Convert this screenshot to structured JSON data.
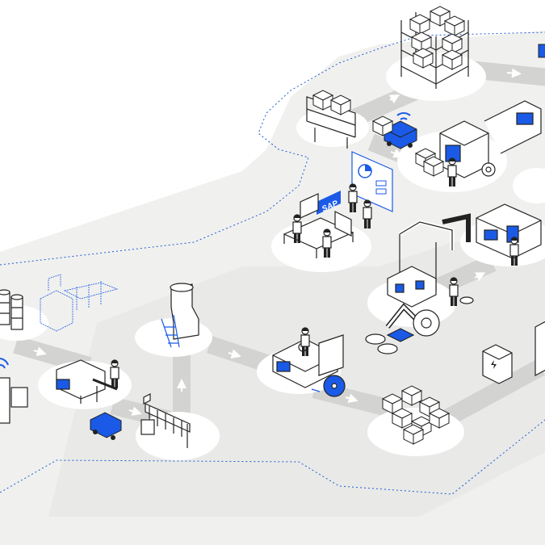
{
  "colors": {
    "background": "#ffffff",
    "floor": "#f0f0ee",
    "belt": "#d3d3d1",
    "dotted_route": "#1f5bd6",
    "accent": "#1a5ae6",
    "line": "#2a2a2a",
    "platform": "#ffffff"
  },
  "sap_logo": {
    "label": "SAP",
    "color": "#1a5ae6"
  },
  "stations": [
    {
      "name": "warehouse-racks",
      "icon": "shelving-icon"
    },
    {
      "name": "agv-delivery",
      "icon": "agv-icon"
    },
    {
      "name": "storage-shelf",
      "icon": "shelf-icon"
    },
    {
      "name": "injection-molding",
      "icon": "machine-icon"
    },
    {
      "name": "erp-office",
      "icon": "computer-desk-icon"
    },
    {
      "name": "dashboard-meeting",
      "icon": "dashboard-icon"
    },
    {
      "name": "robot-cell",
      "icon": "robot-arm-icon"
    },
    {
      "name": "silo",
      "icon": "silo-icon"
    },
    {
      "name": "cnc-machine",
      "icon": "cnc-icon"
    },
    {
      "name": "box-stack",
      "icon": "boxes-icon"
    },
    {
      "name": "power-cabinet",
      "icon": "cabinet-icon"
    },
    {
      "name": "conveyor-line",
      "icon": "conveyor-icon"
    },
    {
      "name": "packaging-line",
      "icon": "packaging-icon"
    },
    {
      "name": "barrel-storage",
      "icon": "barrel-icon"
    },
    {
      "name": "digital-twin",
      "icon": "wireframe-icon"
    }
  ]
}
